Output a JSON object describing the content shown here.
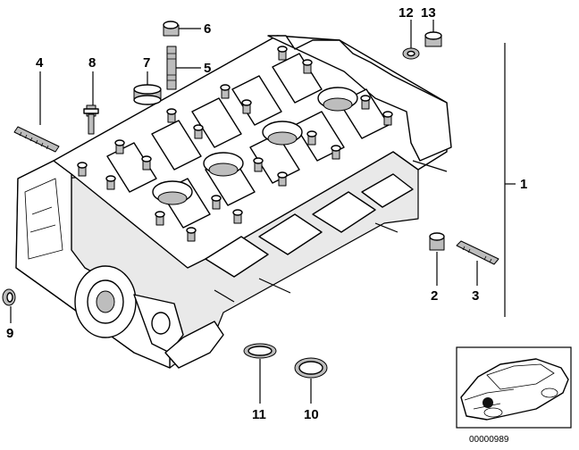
{
  "diagram": {
    "callouts": [
      {
        "id": "1",
        "text": "1"
      },
      {
        "id": "2",
        "text": "2"
      },
      {
        "id": "3",
        "text": "3"
      },
      {
        "id": "4",
        "text": "4"
      },
      {
        "id": "5",
        "text": "5"
      },
      {
        "id": "6",
        "text": "6"
      },
      {
        "id": "7",
        "text": "7"
      },
      {
        "id": "8",
        "text": "8"
      },
      {
        "id": "9",
        "text": "9"
      },
      {
        "id": "10",
        "text": "10"
      },
      {
        "id": "11",
        "text": "11"
      },
      {
        "id": "12",
        "text": "12"
      },
      {
        "id": "13",
        "text": "13"
      }
    ],
    "reference_number": "00000989",
    "colors": {
      "line": "#000000",
      "background": "#ffffff",
      "shade": "#bdbdbd"
    }
  }
}
